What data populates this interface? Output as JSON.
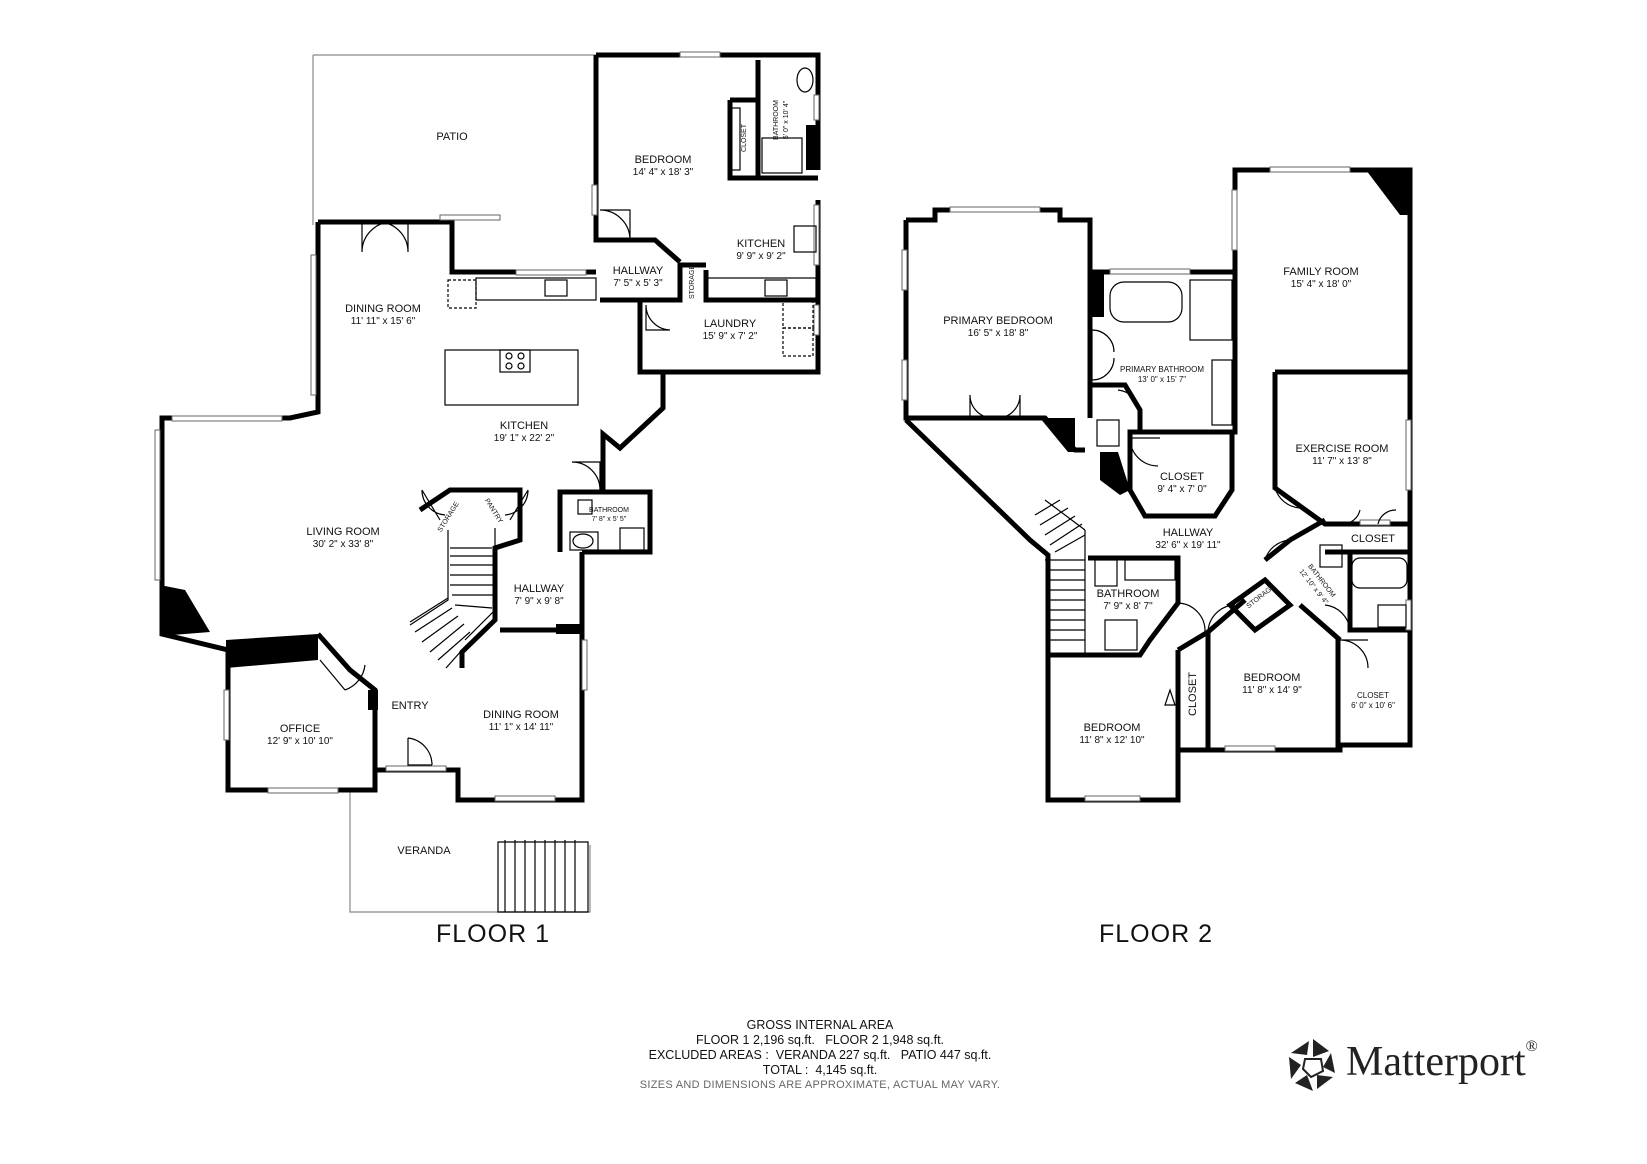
{
  "floors": [
    {
      "title": "FLOOR 1",
      "rooms": [
        {
          "name": "PATIO",
          "dims": ""
        },
        {
          "name": "BEDROOM",
          "dims": "14' 4\" x 18' 3\""
        },
        {
          "name": "BATHROOM",
          "dims": "5' 0\" x 10' 4\""
        },
        {
          "name": "CLOSET",
          "dims": ""
        },
        {
          "name": "KITCHEN",
          "dims": "9' 9\" x 9' 2\""
        },
        {
          "name": "HALLWAY",
          "dims": "7' 5\" x 5' 3\""
        },
        {
          "name": "STORAGE",
          "dims": ""
        },
        {
          "name": "LAUNDRY",
          "dims": "15' 9\" x 7' 2\""
        },
        {
          "name": "DINING ROOM",
          "dims": "11' 11\" x 15' 6\""
        },
        {
          "name": "KITCHEN",
          "dims": "19' 1\" x 22' 2\""
        },
        {
          "name": "LIVING ROOM",
          "dims": "30' 2\" x 33' 8\""
        },
        {
          "name": "STORAGE",
          "dims": ""
        },
        {
          "name": "PANTRY",
          "dims": ""
        },
        {
          "name": "BATHROOM",
          "dims": "7' 8\" x 5' 5\""
        },
        {
          "name": "HALLWAY",
          "dims": "7' 9\" x 9' 8\""
        },
        {
          "name": "ENTRY",
          "dims": ""
        },
        {
          "name": "DINING ROOM",
          "dims": "11' 1\" x 14' 11\""
        },
        {
          "name": "OFFICE",
          "dims": "12' 9\" x 10' 10\""
        },
        {
          "name": "VERANDA",
          "dims": ""
        }
      ]
    },
    {
      "title": "FLOOR 2",
      "rooms": [
        {
          "name": "PRIMARY BEDROOM",
          "dims": "16' 5\" x 18' 8\""
        },
        {
          "name": "PRIMARY BATHROOM",
          "dims": "13' 0\" x 15' 7\""
        },
        {
          "name": "CLOSET",
          "dims": "9' 4\" x 7' 0\""
        },
        {
          "name": "FAMILY ROOM",
          "dims": "15' 4\" x 18' 0\""
        },
        {
          "name": "EXERCISE ROOM",
          "dims": "11' 7\" x 13' 8\""
        },
        {
          "name": "CLOSET",
          "dims": ""
        },
        {
          "name": "HALLWAY",
          "dims": "32' 6\" x 19' 11\""
        },
        {
          "name": "BATHROOM",
          "dims": "7' 9\" x 8' 7\""
        },
        {
          "name": "STORAGE",
          "dims": ""
        },
        {
          "name": "BATHROOM",
          "dims": "12' 10\" x 9' 4\""
        },
        {
          "name": "CLOSET",
          "dims": ""
        },
        {
          "name": "BEDROOM",
          "dims": "11' 8\" x 14' 9\""
        },
        {
          "name": "CLOSET",
          "dims": "6' 0\" x 10' 6\""
        },
        {
          "name": "BEDROOM",
          "dims": "11' 8\" x 12' 10\""
        }
      ]
    }
  ],
  "footer": {
    "heading": "GROSS INTERNAL AREA",
    "line1": "FLOOR 1 2,196 sq.ft.   FLOOR 2 1,948 sq.ft.",
    "line2": "EXCLUDED AREAS :  VERANDA 227 sq.ft.   PATIO 447 sq.ft.",
    "line3": "TOTAL :  4,145 sq.ft.",
    "note": "SIZES AND DIMENSIONS ARE APPROXIMATE, ACTUAL MAY VARY."
  },
  "brand": {
    "name": "Matterport",
    "mark": "®",
    "icon": "matterport-logo-icon"
  }
}
